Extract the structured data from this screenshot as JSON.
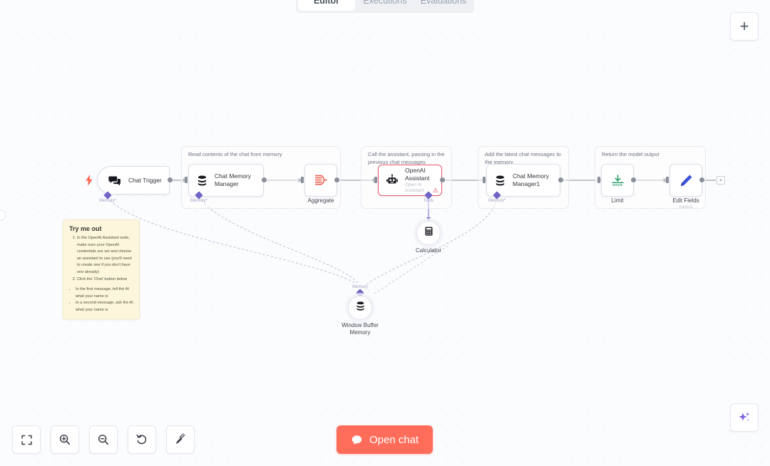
{
  "app": {
    "name": "n8n-workflow-editor"
  },
  "tabs": [
    {
      "label": "Editor",
      "active": true
    },
    {
      "label": "Executions",
      "active": false
    },
    {
      "label": "Evaluations",
      "active": false
    }
  ],
  "buttons": {
    "add_node": "+",
    "add_node_icon": "plus-icon",
    "ai_assistant_icon": "sparkle-icon",
    "open_chat": "Open chat",
    "open_chat_icon": "chat-bubble-icon",
    "add_after_stub": "+"
  },
  "toolbar": [
    {
      "name": "zoom-to-fit-button",
      "icon": "fit-screen-icon"
    },
    {
      "name": "zoom-in-button",
      "icon": "magnifier-plus-icon"
    },
    {
      "name": "zoom-out-button",
      "icon": "magnifier-minus-icon"
    },
    {
      "name": "reset-zoom-button",
      "icon": "undo-arrow-icon"
    },
    {
      "name": "tidy-up-button",
      "icon": "broom-icon"
    }
  ],
  "groups": [
    {
      "label": "Read contents of the chat from memory"
    },
    {
      "label": "Call the assistant, passing in the previous chat messages"
    },
    {
      "label": "Add the latest chat messages to the memory"
    },
    {
      "label": "Return the model output"
    }
  ],
  "nodes": {
    "chat_trigger": {
      "title": "Chat Trigger",
      "icon": "chat-bubbles-icon"
    },
    "chat_memory_manager": {
      "title": "Chat Memory Manager",
      "icon": "database-icon",
      "port_label": "Memory*"
    },
    "aggregate": {
      "title": "Aggregate",
      "icon": "aggregate-funnel-icon"
    },
    "openai_assistant": {
      "title": "OpenAI Assistant",
      "subtitle": "Open AI Assistant",
      "icon": "robot-icon",
      "status": "error",
      "status_icon": "warning-triangle-icon",
      "port_label": "Tools"
    },
    "chat_memory_manager1": {
      "title": "Chat Memory Manager1",
      "icon": "database-icon",
      "port_label": "Memory*"
    },
    "limit": {
      "title": "Limit",
      "icon": "limit-download-icon"
    },
    "edit_fields": {
      "title": "Edit Fields",
      "subtitle": "manual",
      "icon": "pencil-icon"
    },
    "calculator": {
      "title": "Calculator",
      "icon": "calculator-icon"
    },
    "window_buffer_memory": {
      "title": "Window Buffer Memory",
      "icon": "database-icon",
      "port_label": "Memory"
    }
  },
  "sticky_note": {
    "title": "Try me out",
    "steps": [
      "In the OpenAI Assistant node, make sure your OpenAI credentials are set and choose an assistant to use (you'll need to create one if you don't have one already)",
      "Click the 'Chat' button below"
    ],
    "bullets": [
      "In the first message, tell the AI what your name is",
      "In a second message, ask the AI what your name is"
    ]
  },
  "colors": {
    "accent_coral": "#ff6d5a",
    "error_red": "#e8546a",
    "ai_purple": "#6f63c6",
    "limit_green": "#2e9e6b",
    "edit_blue": "#3b52d6",
    "sticky_yellow": "#fdf6dd",
    "canvas_bg": "#fbfcfe"
  }
}
